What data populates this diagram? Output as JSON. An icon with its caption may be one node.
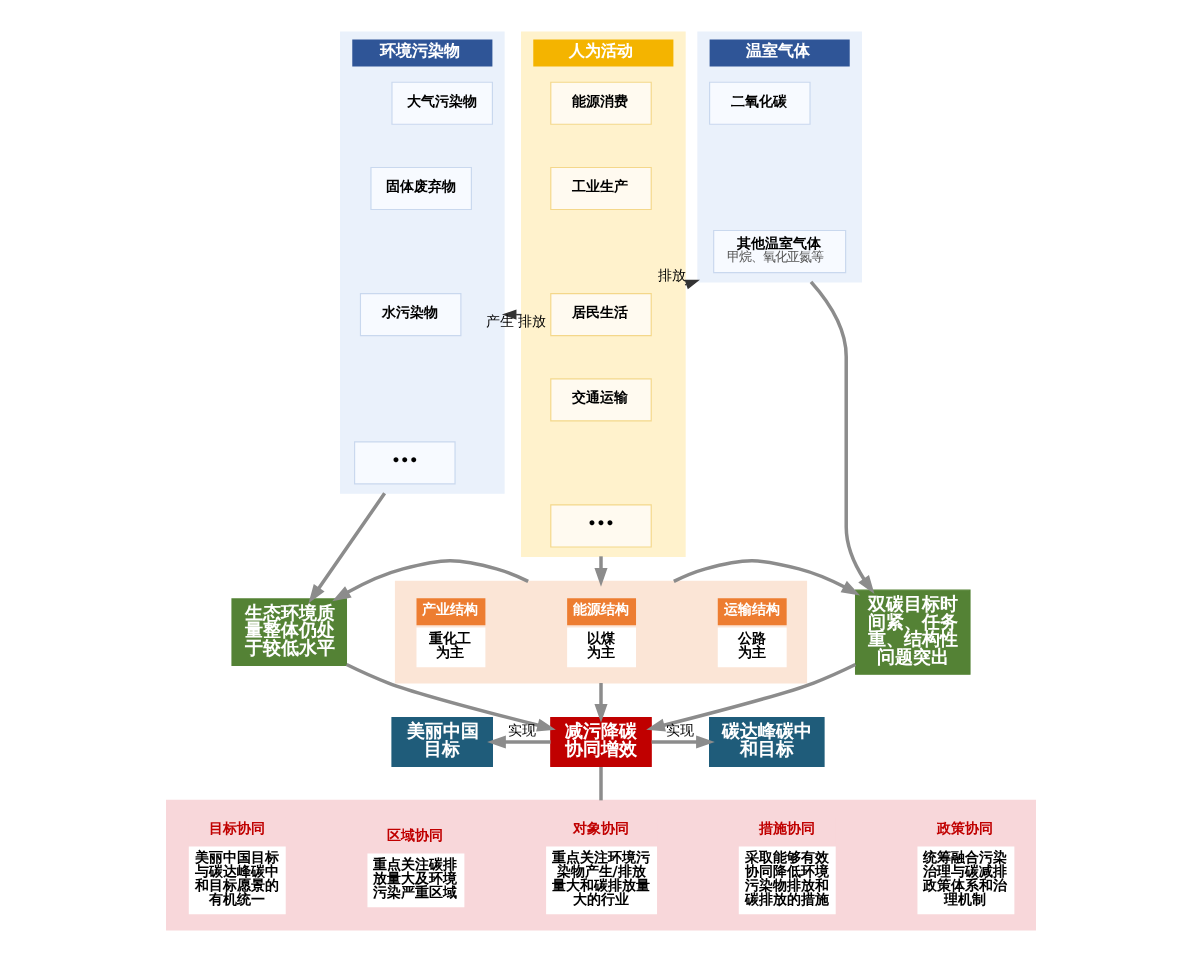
{
  "diagram": {
    "nodes": [
      {
        "text": [
          "环境污染物"
        ]
      },
      {
        "text": [
          "大气污染物"
        ],
        "in": 0
      },
      {
        "text": [
          "固体废弃物"
        ],
        "in": 0
      },
      {
        "text": [
          "水污染物"
        ],
        "in": 0
      },
      {
        "text": [
          "•••"
        ],
        "in": 0
      },
      {
        "text": [
          "人为活动"
        ]
      },
      {
        "text": [
          "能源消费"
        ],
        "in": 5
      },
      {
        "text": [
          "工业生产"
        ],
        "in": 5
      },
      {
        "text": [
          "居民生活"
        ],
        "in": 5
      },
      {
        "text": [
          "交通运输"
        ],
        "in": 5
      },
      {
        "text": [
          "•••"
        ],
        "in": 5
      },
      {
        "text": [
          "温室气体"
        ]
      },
      {
        "text": [
          "二氧化碳"
        ],
        "in": 11
      },
      {
        "text": [
          "其他温室气体",
          "甲烷、氧化亚氮等"
        ],
        "in": 11
      },
      {
        "text": [
          "生态环境质量整体仍处于较低水平"
        ]
      },
      {
        "text": [],
        "shape": "box"
      },
      {
        "text": [
          "产业结构",
          "重化工为主"
        ],
        "in": 15
      },
      {
        "text": [
          "能源结构",
          "以煤为主"
        ],
        "in": 15
      },
      {
        "text": [
          "运输结构",
          "公路为主"
        ],
        "in": 15
      },
      {
        "text": [
          "双碳目标时间紧、任务重、结构性问题突出"
        ]
      },
      {
        "text": [
          "美丽中国目标"
        ]
      },
      {
        "text": [
          "减污降碳协同增效"
        ]
      },
      {
        "text": [
          "碳达峰碳中和目标"
        ]
      },
      {
        "text": [],
        "shape": "box"
      },
      {
        "text": [
          "目标协同",
          "美丽中国目标与碳达峰碳中和目标愿景的有机统一"
        ],
        "in": 23
      },
      {
        "text": [
          "区域协同",
          "重点关注碳排放量大及环境污染严重区域"
        ],
        "in": 23
      },
      {
        "text": [
          "对象协同",
          "重点关注环境污染物产生/排放量大和碳排放量大的行业"
        ],
        "in": 23
      },
      {
        "text": [
          "措施协同",
          "采取能够有效协同降低环境污染物排放和碳排放的措施"
        ],
        "in": 23
      },
      {
        "text": [
          "政策协同",
          "统筹融合污染治理与碳减排政策体系和治理机制"
        ],
        "in": 23
      }
    ],
    "edges": [
      {
        "from": 5,
        "to": 0,
        "arrow": "to",
        "label": "产生 排放",
        "color": "#333333"
      },
      {
        "from": 5,
        "to": 11,
        "arrow": "to",
        "label": "排放",
        "color": "#333333"
      },
      {
        "from": 0,
        "to": 14,
        "arrow": "to"
      },
      {
        "from": 5,
        "to": 15,
        "arrow": "to"
      },
      {
        "from": 11,
        "to": 19,
        "arrow": "to"
      },
      {
        "from": 15,
        "to": 14,
        "arrow": "to"
      },
      {
        "from": 15,
        "to": 19,
        "arrow": "to"
      },
      {
        "from": 14,
        "to": 21,
        "arrow": "to"
      },
      {
        "from": 15,
        "to": 21,
        "arrow": "to"
      },
      {
        "from": 19,
        "to": 21,
        "arrow": "to"
      },
      {
        "from": 21,
        "to": 20,
        "arrow": "to",
        "label": "实现"
      },
      {
        "from": 21,
        "to": 22,
        "arrow": "to",
        "label": "实现"
      },
      {
        "from": 21,
        "to": 23,
        "arrow": "none"
      }
    ]
  }
}
